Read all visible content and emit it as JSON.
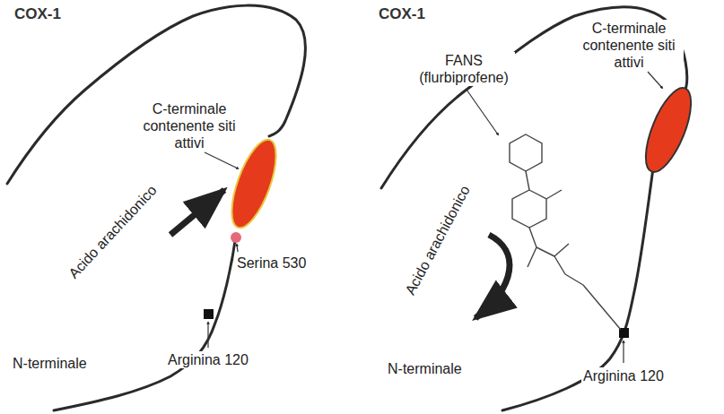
{
  "diagram": {
    "labels": [
      "COX-1",
      "C-terminale contenente siti attivi",
      "Acido arachidonico",
      "Serina 530",
      "N-terminale",
      "Arginina 120",
      "COX-1",
      "FANS (flurbiprofene)",
      "C-terminale contenente siti attivi",
      "Acido arachidonico",
      "N-terminale",
      "Arginina 120"
    ]
  }
}
